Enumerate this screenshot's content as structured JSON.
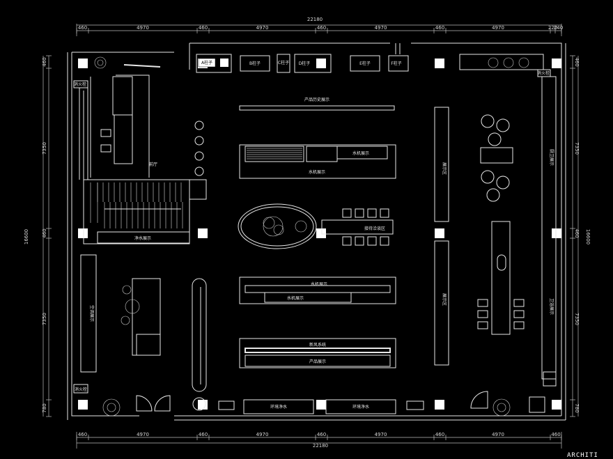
{
  "dimensions": {
    "total_width": "22180",
    "total_height": "16600",
    "top_segments": [
      "460",
      "4970",
      "460",
      "4970",
      "460",
      "4970",
      "460",
      "4970",
      "220",
      "240"
    ],
    "bottom_segments": [
      "460",
      "4970",
      "460",
      "4970",
      "460",
      "4970",
      "460",
      "4970",
      "460"
    ],
    "left_segments": [
      "460",
      "7350",
      "460",
      "7350",
      "780"
    ],
    "right_segments": [
      "460",
      "7350",
      "460",
      "7350",
      "780"
    ]
  },
  "labels": {
    "col_a": "A柱子",
    "col_b": "B柱子",
    "col_c": "C柱子",
    "col_d": "D柱子",
    "col_e": "E柱子",
    "col_f": "F柱子",
    "fire_left_top": "消火栓",
    "fire_right_top": "消火栓",
    "fire_left_bottom": "消火栓",
    "history": "产品历史展示",
    "hall": "前厅",
    "water_display_1": "水机展示",
    "water_display_2": "水机展示",
    "purify_display": "净水展示",
    "negotiation": "接待洽谈区",
    "water_display_3": "水机展示",
    "water_display_4": "水机展示",
    "fresh_air": "新风系统",
    "product_display": "产品展示",
    "ac_display": "空调展示",
    "middle_display_1": "展示区",
    "middle_display_2": "展示区",
    "right_wall_1": "厨卫展示",
    "right_wall_2": "卫浴展示",
    "bottom_1": "环境净水",
    "bottom_2": "环境净水",
    "brand": "ARCHITI"
  }
}
